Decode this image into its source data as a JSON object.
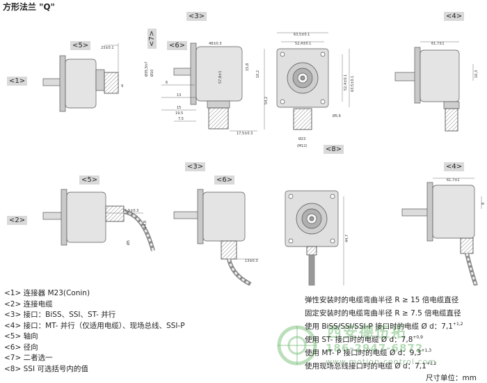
{
  "title": "方形法兰 \"Q\"",
  "tags": {
    "t5a": "<5>",
    "t3a": "<3>",
    "t4a": "<4>",
    "t6a": "<6>",
    "t7": "<7>",
    "t1": "<1>",
    "t8": "<8>",
    "t5b": "<5>",
    "t3b": "<3>",
    "t4b": "<4>",
    "t6b": "<6>",
    "t2": "<2>"
  },
  "dims": {
    "d23": "23±0.1",
    "d9": "9",
    "d48": "48±0.3",
    "d15_8": "15,8",
    "d57_8": "57,8±1",
    "d6": "6",
    "d13": "13",
    "d15": "15",
    "d19_5": "19,5",
    "d7_5": "7,5",
    "d17_5": "17,5±0.3",
    "d35_5": "Ø35,5h7",
    "d10": "Ø10",
    "d10_2": "10,2",
    "d63_5a": "63,5±0.1",
    "d52_4a": "52,4±0.1",
    "d52_4b": "52,4±0.1",
    "d63_5b": "63,5±0.1",
    "d54_2": "54,2",
    "d5_6": "Ø5,6",
    "d23b": "Ø23",
    "dm12": "(M12)",
    "d61_7": "61,7±1",
    "d10_3": "10,3",
    "d15_5": "15,5±0.3",
    "d14_8": "14,8",
    "d5": "Ø5",
    "d13b": "13±0.3",
    "d44_7": "44,7",
    "d61_7b": "61,7±1",
    "d8": "8"
  },
  "legend": [
    "<1> 连接器 M23(Conin)",
    "<2> 连接电缆",
    "<3> 接口：BiSS、SSI、ST- 并行",
    "<4> 接口：MT- 并行（仅适用电缆）、现场总线、SSI-P",
    "<5> 轴向",
    "<6> 径向",
    "<7> 二者选一",
    "<8> SSI 可选括号内的值"
  ],
  "notes": [
    {
      "text": "弹性安装时的电缆弯曲半径 R ≥ 15 倍电缆直径",
      "sup": ""
    },
    {
      "text": "固定安装时的电缆弯曲半径 R ≥ 7.5 倍电缆直径",
      "sup": ""
    },
    {
      "text": "使用 BiSS/SSI/SSI-P 接口时的电缆 Ø d：7,1",
      "sup": "+1,2"
    },
    {
      "text": "使用 ST- 接口时的电缆 Ø d：7,8",
      "sup": "+0,9"
    },
    {
      "text": "使用 MT- P 接口时的电缆 Ø d：9,3",
      "sup": "+1,3"
    },
    {
      "text": "使用现场总线接口时的电缆 Ø d：7,1",
      "sup": "+1,2"
    }
  ],
  "units": "尺寸单位：mm",
  "watermark": {
    "line1": "西安德伍拓",
    "line2": "186-2947-6872",
    "line3": "www.motion-control.com"
  }
}
